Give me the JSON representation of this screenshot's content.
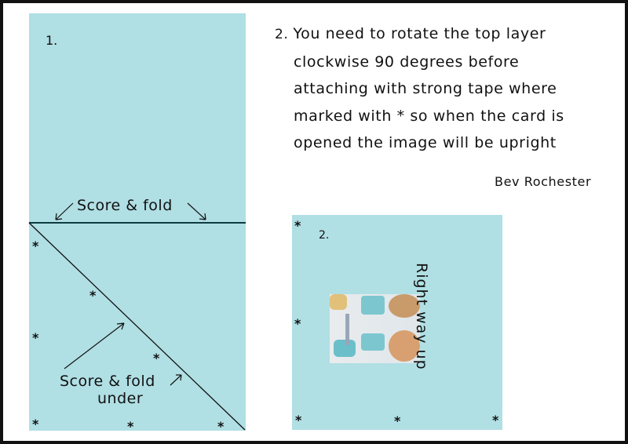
{
  "step1": {
    "number": "1.",
    "top_fold_label": "Score & fold",
    "diag_fold_label_line1": "Score & fold",
    "diag_fold_label_line2": "under",
    "marker": "*"
  },
  "step2": {
    "number": "2.",
    "rotated_label": "Right way up",
    "marker": "*"
  },
  "instructions": {
    "number": "2.",
    "lines": [
      "You need to rotate the top layer",
      "clockwise 90 degrees before",
      "attaching with strong tape where",
      "marked with * so when the card is",
      "opened the image will be upright"
    ],
    "author": "Bev Rochester"
  },
  "colors": {
    "panel": "#b0dfe4",
    "ink": "#111111"
  }
}
